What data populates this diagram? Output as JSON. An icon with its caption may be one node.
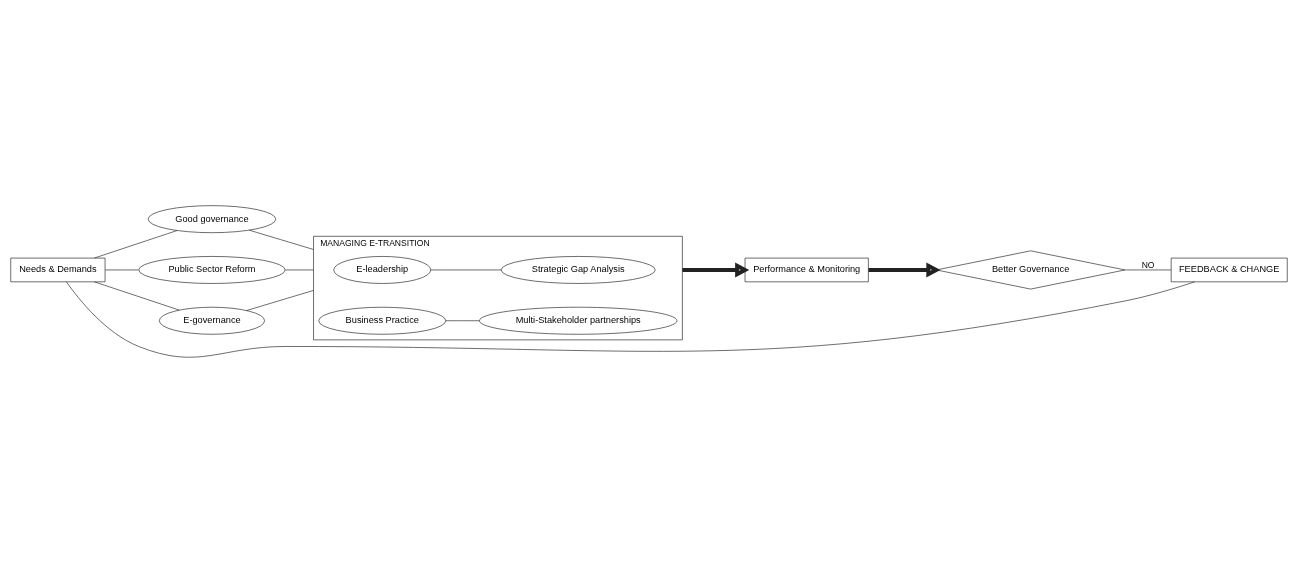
{
  "diagram": {
    "nodes": [
      {
        "text": [
          "Needs & Demands"
        ]
      },
      {
        "text": [
          "Good governance"
        ]
      },
      {
        "text": [
          "Public Sector Reform"
        ]
      },
      {
        "text": [
          "E-governance"
        ]
      },
      {
        "text": [
          "MANAGING E-TRANSITION"
        ]
      },
      {
        "text": [
          "E-leadership"
        ],
        "in": 4
      },
      {
        "text": [
          "Business Practice"
        ],
        "in": 4
      },
      {
        "text": [
          "Multi-Stakeholder partnerships"
        ],
        "in": 4
      },
      {
        "text": [
          "Strategic Gap Analysis"
        ],
        "in": 4
      },
      {
        "text": [
          "Performance & Monitoring"
        ]
      },
      {
        "text": [
          "Better Governance"
        ]
      },
      {
        "text": [
          "FEEDBACK & CHANGE"
        ]
      }
    ],
    "edges": [
      {
        "from": 0,
        "to": 1,
        "arrow": "none"
      },
      {
        "from": 0,
        "to": 2,
        "arrow": "none"
      },
      {
        "from": 0,
        "to": 3,
        "arrow": "none"
      },
      {
        "from": 1,
        "to": 4,
        "arrow": "none"
      },
      {
        "from": 2,
        "to": 4,
        "arrow": "none"
      },
      {
        "from": 3,
        "to": 4,
        "arrow": "none"
      },
      {
        "from": 5,
        "to": 8,
        "arrow": "none"
      },
      {
        "from": 6,
        "to": 7,
        "arrow": "none"
      },
      {
        "from": 4,
        "to": 9,
        "arrow": "to",
        "style": "thick"
      },
      {
        "from": 9,
        "to": 10,
        "arrow": "to",
        "style": "thick"
      },
      {
        "from": 10,
        "to": 11,
        "arrow": "none",
        "label": "NO"
      },
      {
        "from": 11,
        "to": 0,
        "arrow": "none"
      }
    ]
  }
}
